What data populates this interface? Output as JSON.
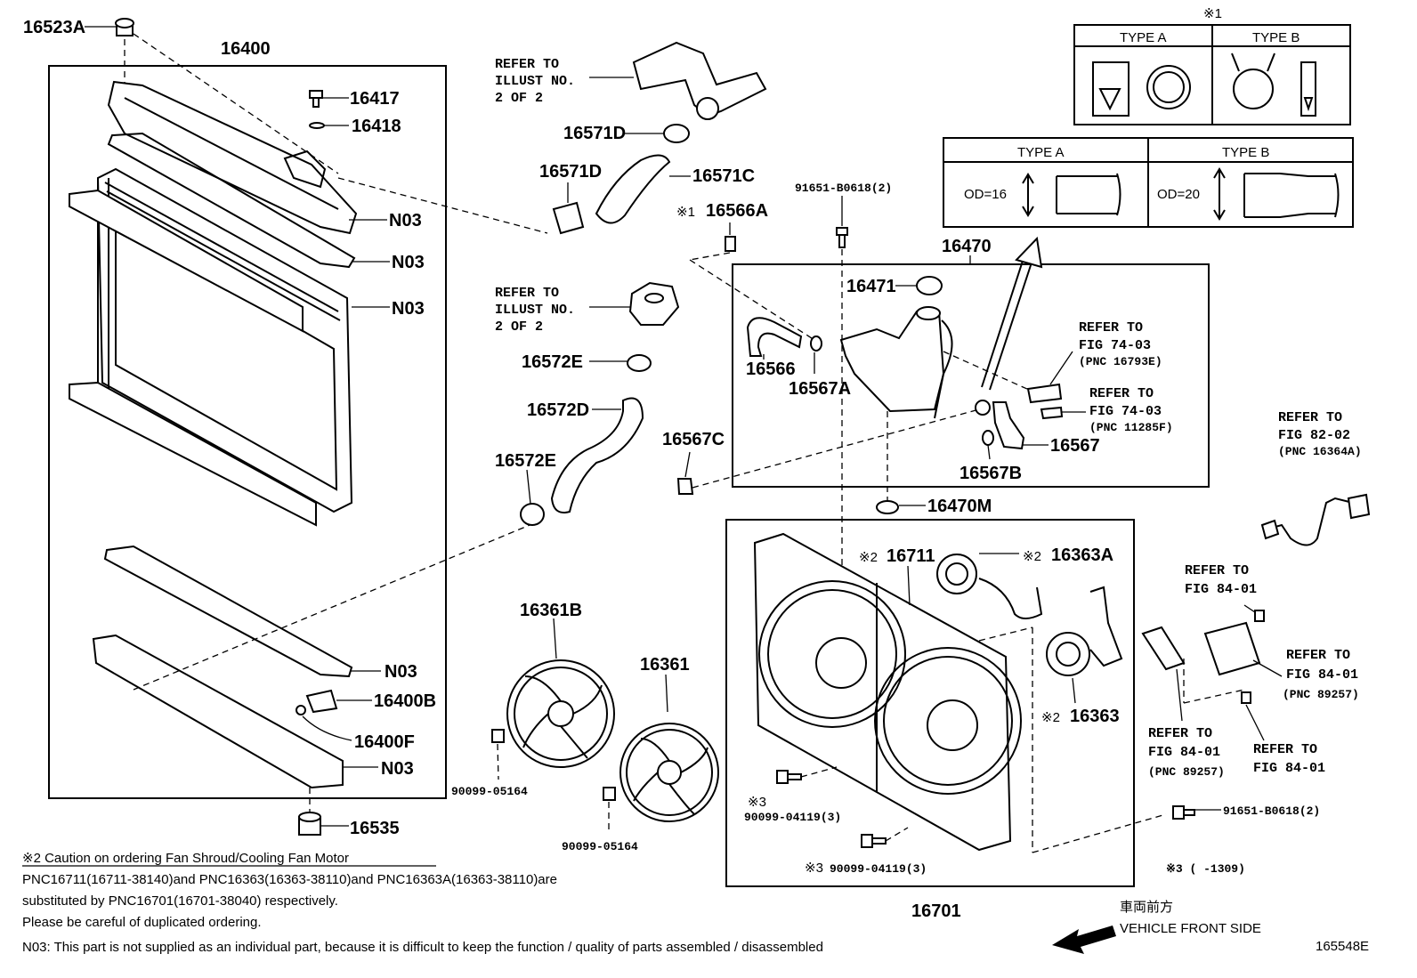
{
  "part_labels": {
    "p16523A": "16523A",
    "p16400": "16400",
    "p16417": "16417",
    "p16418": "16418",
    "n03_1": "N03",
    "n03_2": "N03",
    "n03_3": "N03",
    "n03_4": "N03",
    "n03_5": "N03",
    "p16400B": "16400B",
    "p16400F": "16400F",
    "p16535": "16535",
    "p16571D_a": "16571D",
    "p16571D_b": "16571D",
    "p16571C": "16571C",
    "p16566A": "16566A",
    "p16566A_mark": "※1",
    "p16572E_a": "16572E",
    "p16572D": "16572D",
    "p16572E_b": "16572E",
    "p16470": "16470",
    "p16471": "16471",
    "p16566": "16566",
    "p16567A": "16567A",
    "p16567C": "16567C",
    "p16567": "16567",
    "p16567B": "16567B",
    "p16470M": "16470M",
    "p91651_top": "91651-B0618(2)",
    "p16711": "16711",
    "p16711_mark": "※2",
    "p16363A": "16363A",
    "p16363A_mark": "※2",
    "p16363": "16363",
    "p16363_mark": "※2",
    "p16361B": "16361B",
    "p16361": "16361",
    "p90099_05164_a": "90099-05164",
    "p90099_05164_b": "90099-05164",
    "p90099_04119_a": "90099-04119(3)",
    "p90099_04119_a_mark": "※3",
    "p90099_04119_b": "90099-04119(3)",
    "p90099_04119_b_mark": "※3",
    "p91651_bottom": "91651-B0618(2)",
    "p16701": "16701",
    "footnote3": "※3 (      -1309)"
  },
  "refer_blocks": {
    "illust_top": [
      "REFER TO",
      "ILLUST NO.",
      "2 OF 2"
    ],
    "illust_mid": [
      "REFER TO",
      "ILLUST NO.",
      "2 OF 2"
    ],
    "fig74_03_a": [
      "REFER TO",
      "FIG 74-03",
      "(PNC 16793E)"
    ],
    "fig74_03_b": [
      "REFER TO",
      "FIG 74-03",
      "(PNC 11285F)"
    ],
    "fig82_02": [
      "REFER TO",
      "FIG 82-02",
      "(PNC 16364A)"
    ],
    "fig84_01_a": [
      "REFER TO",
      "FIG 84-01"
    ],
    "fig84_01_b": [
      "REFER TO",
      "FIG 84-01",
      "(PNC 89257)"
    ],
    "fig84_01_c": [
      "REFER TO",
      "FIG 84-01",
      "(PNC 89257)"
    ],
    "fig84_01_d": [
      "REFER TO",
      "FIG 84-01"
    ]
  },
  "clamp_table": {
    "mark": "※1",
    "type_a": "TYPE A",
    "type_b": "TYPE B"
  },
  "hose_table": {
    "type_a": "TYPE A",
    "type_b": "TYPE B",
    "od_a": "OD=16",
    "od_b": "OD=20"
  },
  "notes": {
    "caution_title": "※2  Caution on ordering Fan Shroud/Cooling Fan Motor",
    "line1": "PNC16711(16711-38140)and PNC16363(16363-38110)and PNC16363A(16363-38110)are",
    "line2": "substituted by PNC16701(16701-38040) respectively.",
    "line3": "Please be careful of duplicated ordering.",
    "line4": "N03: This part is not supplied as an individual part, because it is difficult to keep the function / quality of parts assembled / disassembled"
  },
  "direction": {
    "jp": "車両前方",
    "en": "VEHICLE FRONT SIDE"
  },
  "illustration_id": "165548E"
}
